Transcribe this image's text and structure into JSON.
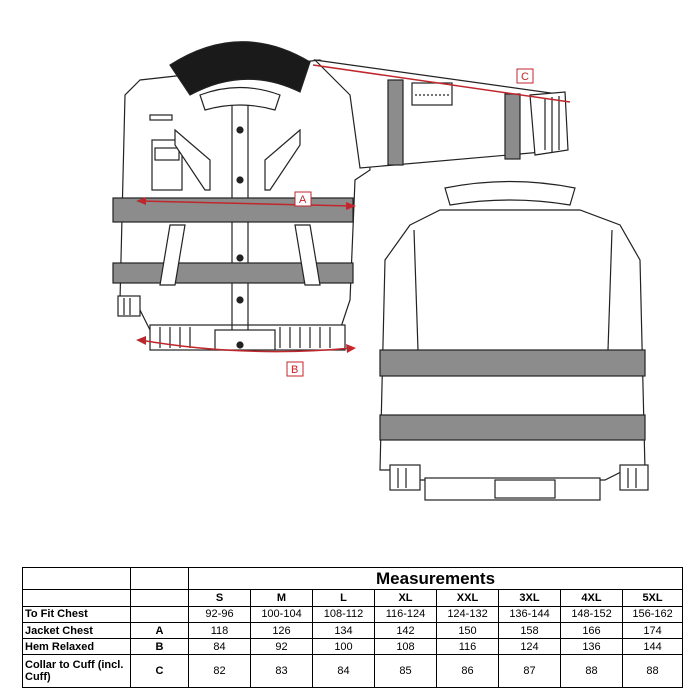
{
  "diagram": {
    "dimensions": [
      {
        "code": "A",
        "color": "#c0272d"
      },
      {
        "code": "B",
        "color": "#c0272d"
      },
      {
        "code": "C",
        "color": "#c0272d"
      }
    ],
    "colors": {
      "outline": "#222222",
      "reflective_band": "#8c8c8c",
      "collar": "#1a1a1a",
      "dimension": "#c0272d"
    }
  },
  "table": {
    "title": "Measurements",
    "sizes": [
      "S",
      "M",
      "L",
      "XL",
      "XXL",
      "3XL",
      "4XL",
      "5XL"
    ],
    "rows": [
      {
        "label": "To Fit Chest",
        "code": "",
        "values": [
          "92-96",
          "100-104",
          "108-112",
          "116-124",
          "124-132",
          "136-144",
          "148-152",
          "156-162"
        ]
      },
      {
        "label": "Jacket Chest",
        "code": "A",
        "values": [
          "118",
          "126",
          "134",
          "142",
          "150",
          "158",
          "166",
          "174"
        ]
      },
      {
        "label": "Hem Relaxed",
        "code": "B",
        "values": [
          "84",
          "92",
          "100",
          "108",
          "116",
          "124",
          "136",
          "144"
        ]
      },
      {
        "label": "Collar to Cuff (incl. Cuff)",
        "code": "C",
        "values": [
          "82",
          "83",
          "84",
          "85",
          "86",
          "87",
          "88",
          "88"
        ]
      }
    ]
  }
}
